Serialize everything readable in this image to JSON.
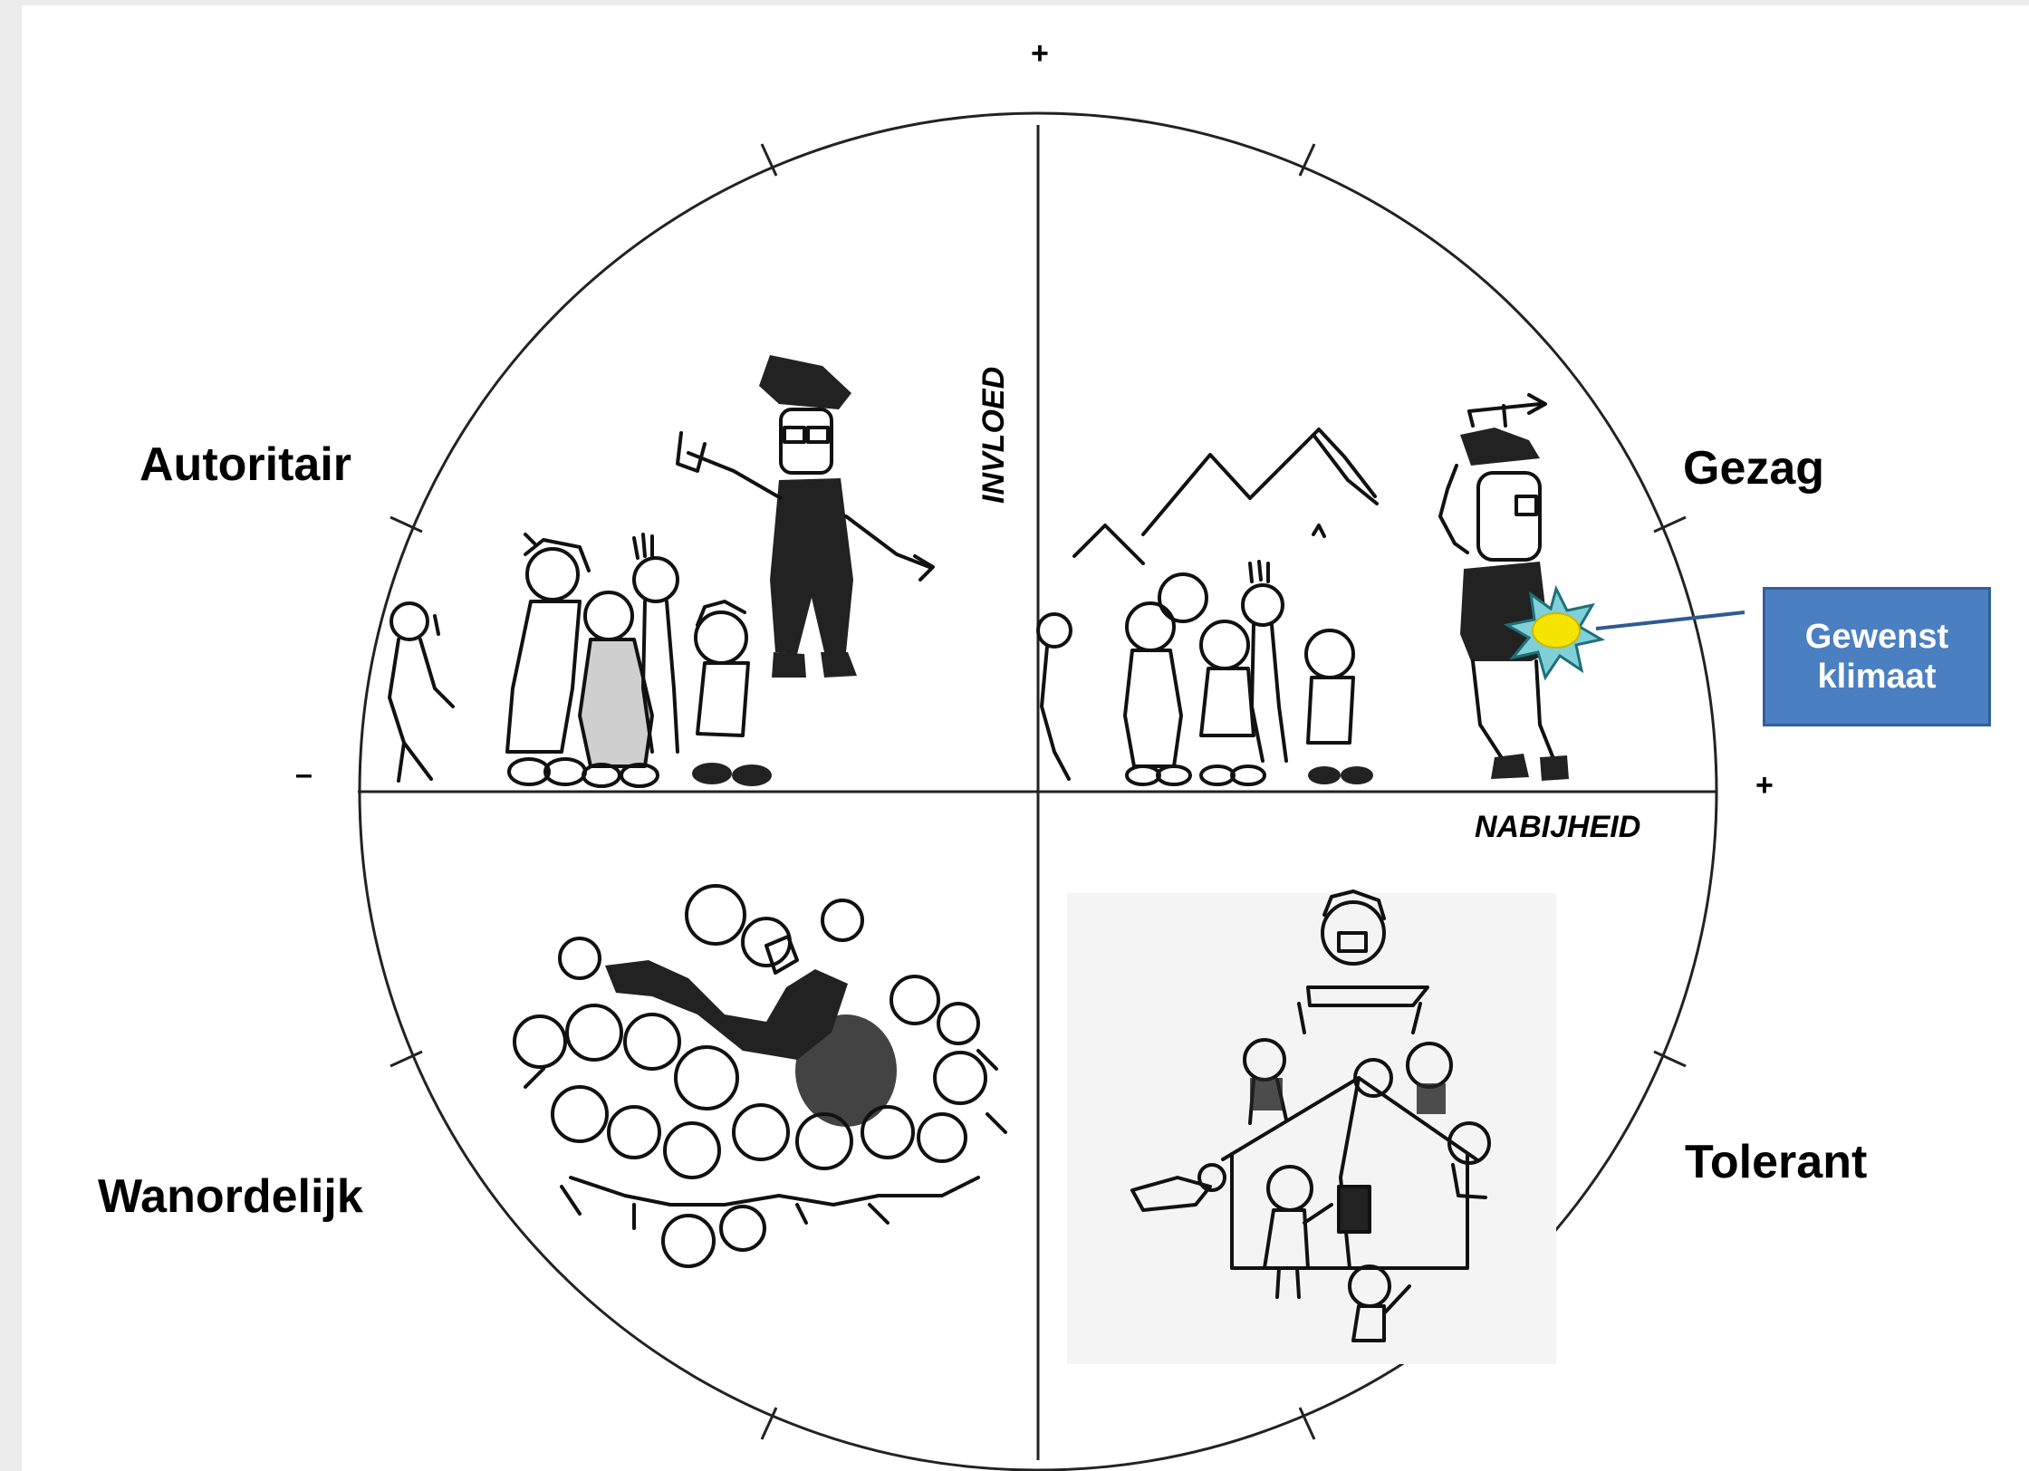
{
  "quadrants": {
    "top_left": "Autoritair",
    "top_right": "Gezag",
    "bottom_left": "Wanordelijk",
    "bottom_right": "Tolerant"
  },
  "axes": {
    "vertical": "INVLOED",
    "horizontal": "NABIJHEID",
    "top_sign": "+",
    "left_sign": "–",
    "right_sign": "+"
  },
  "callout": {
    "text": "Gewenst klimaat",
    "box_color": "#4a7fc1",
    "marker_color": "#f5e400"
  },
  "icons": {
    "authoritarian_scene": "officer-with-children-illustration",
    "authority_scene": "teacher-leading-children-illustration",
    "disorder_scene": "chaotic-crowd-illustration",
    "tolerant_scene": "children-on-house-illustration",
    "marker": "sun-star-icon"
  }
}
